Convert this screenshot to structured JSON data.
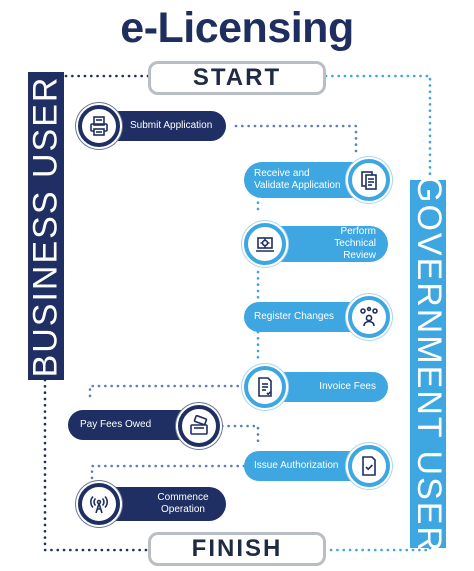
{
  "title": "e-Licensing",
  "start_label": "START",
  "finish_label": "FINISH",
  "lanes": {
    "business": "BUSINESS USER",
    "government": "GOVERNMENT USER"
  },
  "steps": [
    {
      "label": "Submit Application",
      "lane": "business",
      "icon": "document-printer-icon"
    },
    {
      "label": "Receive and Validate Application",
      "lane": "government",
      "icon": "document-clipboard-icon"
    },
    {
      "label": "Perform Technical Review",
      "lane": "government",
      "icon": "gear-laptop-icon"
    },
    {
      "label": "Register Changes",
      "lane": "government",
      "icon": "person-gears-icon"
    },
    {
      "label": "Invoice Fees",
      "lane": "government",
      "icon": "invoice-icon"
    },
    {
      "label": "Pay Fees Owed",
      "lane": "business",
      "icon": "card-payment-terminal-icon"
    },
    {
      "label": "Issue Authorization",
      "lane": "government",
      "icon": "certificate-check-icon"
    },
    {
      "label": "Commence Operation",
      "lane": "business",
      "icon": "broadcast-tower-icon"
    }
  ],
  "colors": {
    "business": "#1f2f63",
    "government": "#3ea6e0",
    "title": "#1e2e5e",
    "terminal_border": "#b9bdc4"
  }
}
